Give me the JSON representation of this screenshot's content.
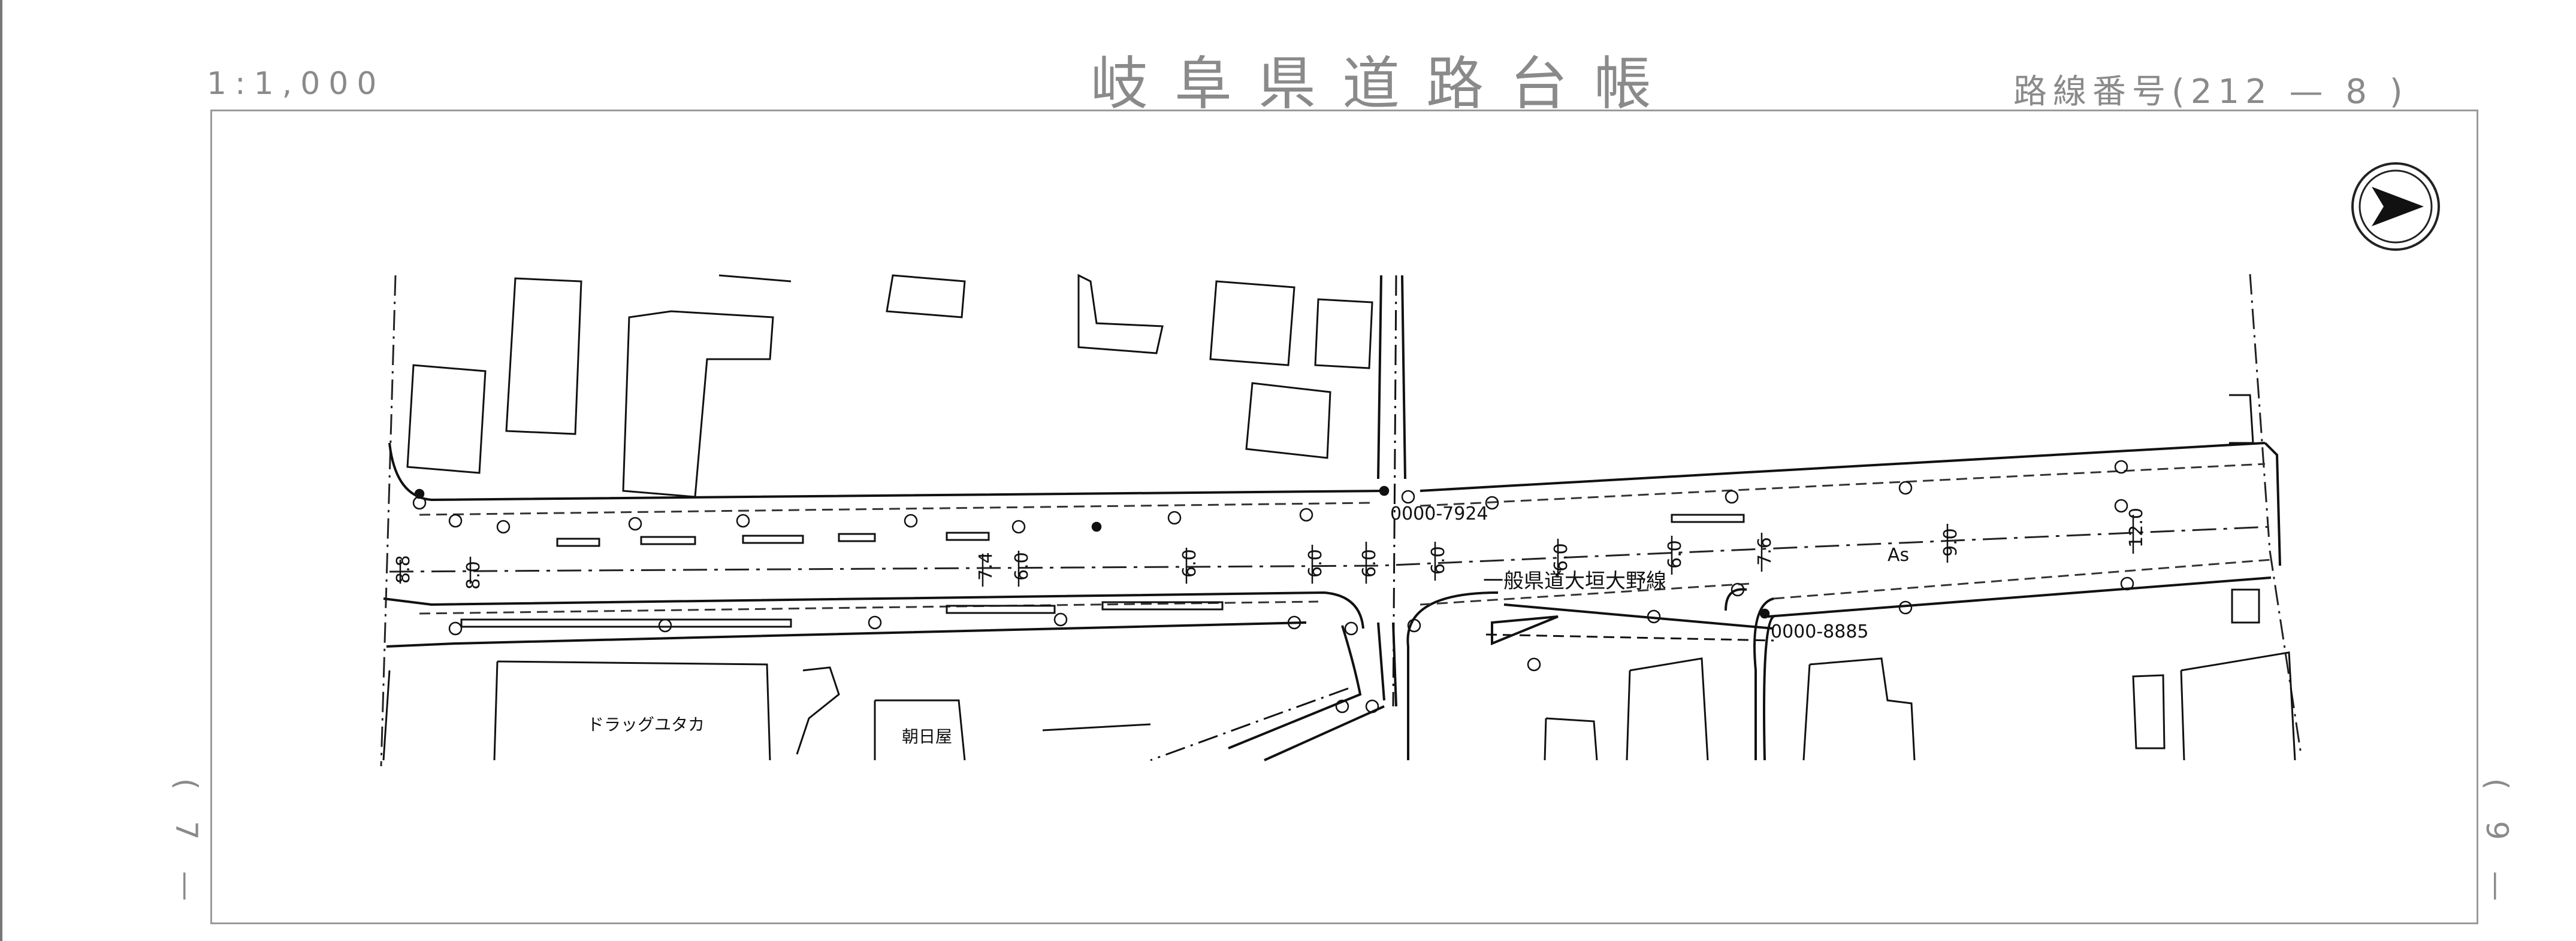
{
  "header": {
    "scale": "1:1,000",
    "title": "岐阜県道路台帳",
    "route_number": "路線番号(212 — 8 )"
  },
  "margins": {
    "prev_sheet": "( 7 —",
    "next_sheet": "( 9 —"
  },
  "north_arrow": "north-arrow-icon",
  "map": {
    "road_name": "一般県道大垣大野線",
    "landmarks": {
      "drugstore": "ドラッグユタカ",
      "shop": "朝日屋"
    },
    "control_points": [
      "0000-7924",
      "0000-8885"
    ],
    "surface": "As",
    "widths": [
      "8.8",
      "8.0",
      "7.4",
      "6.0",
      "6.0",
      "6.0",
      "6.0",
      "6.0",
      "6.0",
      "6.0",
      "7.6",
      "9.0",
      "12.0"
    ]
  }
}
